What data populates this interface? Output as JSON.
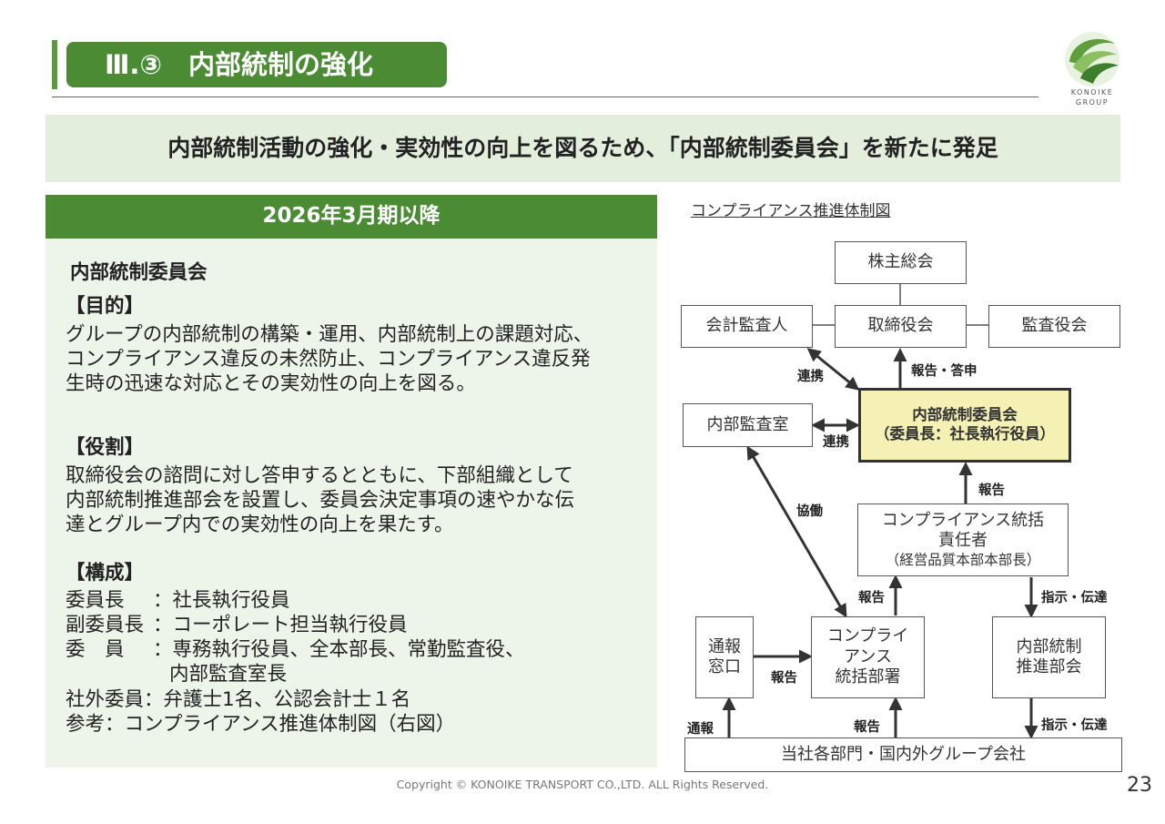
{
  "header": {
    "title": "Ⅲ.③　内部統制の強化",
    "logo_text_line1": "KONOIKE",
    "logo_text_line2": "GROUP"
  },
  "banner": "内部統制活動の強化・実効性の向上を図るため、「内部統制委員会」を新たに発足",
  "left_panel": {
    "heading": "2026年3月期以降",
    "committee_title": "内部統制委員会",
    "purpose_heading": "【目的】",
    "purpose_lines": [
      "グループの内部統制の構築・運用、内部統制上の課題対応、",
      "コンプライアンス違反の未然防止、コンプライアンス違反発",
      "生時の迅速な対応とその実効性の向上を図る。"
    ],
    "role_heading": "【役割】",
    "role_lines": [
      "取締役会の諮問に対し答申するとともに、下部組織として",
      "内部統制推進部会を設置し、委員会決定事項の速やかな伝",
      "達とグループ内での実効性の向上を果たす。"
    ],
    "composition_heading": "【構成】",
    "composition": {
      "chair_label": "委員長",
      "chair_value": "：社長執行役員",
      "vice_label": "副委員長",
      "vice_value": "：コーポレート担当執行役員",
      "members_label": "委　員",
      "members_value": "：専務執行役員、全本部長、常勤監査役、",
      "members_value2": "内部監査室長",
      "external": "社外委員：弁護士1名、公認会計士１名",
      "reference": "参考：コンプライアンス推進体制図（右図）"
    }
  },
  "diagram": {
    "title": "コンプライアンス推進体制図",
    "boxes": {
      "shareholders": "株主総会",
      "auditor": "会計監査人",
      "board": "取締役会",
      "audit_board": "監査役会",
      "internal_audit": "内部監査室",
      "committee_line1": "内部統制委員会",
      "committee_line2": "（委員長：社長執行役員）",
      "officer_line1": "コンプライアンス統括",
      "officer_line2": "責任者",
      "officer_line3": "（経営品質本部本部長）",
      "hotline_line1": "通報",
      "hotline_line2": "窓口",
      "compliance_dept_line1": "コンプライ",
      "compliance_dept_line2": "アンス",
      "compliance_dept_line3": "統括部署",
      "promotion_line1": "内部統制",
      "promotion_line2": "推進部会",
      "group_companies": "当社各部門・国内外グループ会社"
    },
    "labels": {
      "renkei1": "連携",
      "report_answer": "報告・答申",
      "renkei2": "連携",
      "report1": "報告",
      "kyodo": "協働",
      "report2": "報告",
      "instruct1": "指示・伝達",
      "report3": "報告",
      "tsuho": "通報",
      "report4": "報告",
      "instruct2": "指示・伝達"
    }
  },
  "footer": "Copyright © KONOIKE TRANSPORT CO.,LTD.  ALL Rights Reserved.",
  "page_number": "23",
  "colors": {
    "brand_green": "#4b8b34",
    "banner_bg": "#e3eedd",
    "panel_bg": "#edf5ea",
    "highlight": "#f5f1b4"
  }
}
